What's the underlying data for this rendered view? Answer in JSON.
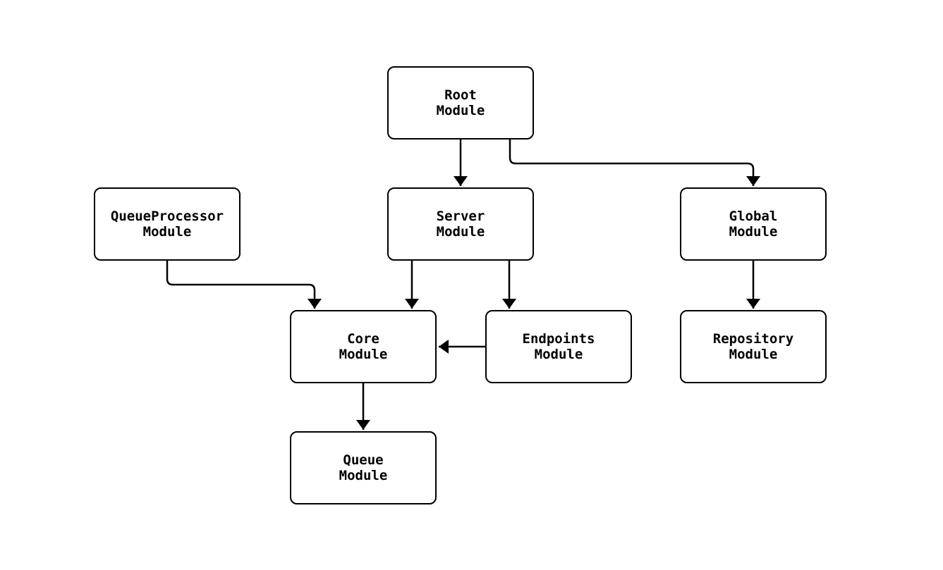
{
  "diagram": {
    "type": "flowchart",
    "background_color": "#ffffff",
    "node_fill_color": "#ffffff",
    "node_border_color": "#000000",
    "edge_color": "#000000",
    "text_color": "#000000",
    "nodes": [
      {
        "id": "root",
        "label": "Root\nModule"
      },
      {
        "id": "queueprocessor",
        "label": "QueueProcessor\nModule"
      },
      {
        "id": "server",
        "label": "Server\nModule"
      },
      {
        "id": "global",
        "label": "Global\nModule"
      },
      {
        "id": "core",
        "label": "Core\nModule"
      },
      {
        "id": "endpoints",
        "label": "Endpoints\nModule"
      },
      {
        "id": "repository",
        "label": "Repository\nModule"
      },
      {
        "id": "queue",
        "label": "Queue\nModule"
      }
    ],
    "edges": [
      {
        "from": "root",
        "to": "server"
      },
      {
        "from": "root",
        "to": "global"
      },
      {
        "from": "queueprocessor",
        "to": "core"
      },
      {
        "from": "server",
        "to": "core"
      },
      {
        "from": "server",
        "to": "endpoints"
      },
      {
        "from": "global",
        "to": "repository"
      },
      {
        "from": "endpoints",
        "to": "core"
      },
      {
        "from": "core",
        "to": "queue"
      }
    ]
  }
}
